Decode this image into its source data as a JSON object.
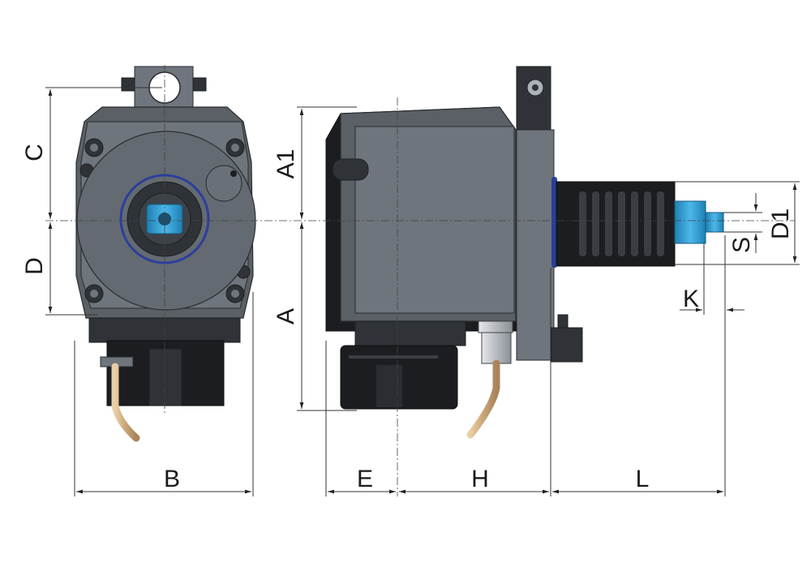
{
  "drawing": {
    "labels": {
      "C": "C",
      "D": "D",
      "B": "B",
      "A1": "A1",
      "A": "A",
      "E": "E",
      "H": "H",
      "L": "L",
      "K": "K",
      "S": "S",
      "D1": "D1"
    },
    "colors": {
      "body": "#5b6066",
      "dark": "#2f3337",
      "accent_blue": "#2aa0d8",
      "ring_blue": "#2b3f9c",
      "brass": "#c9a577"
    }
  }
}
